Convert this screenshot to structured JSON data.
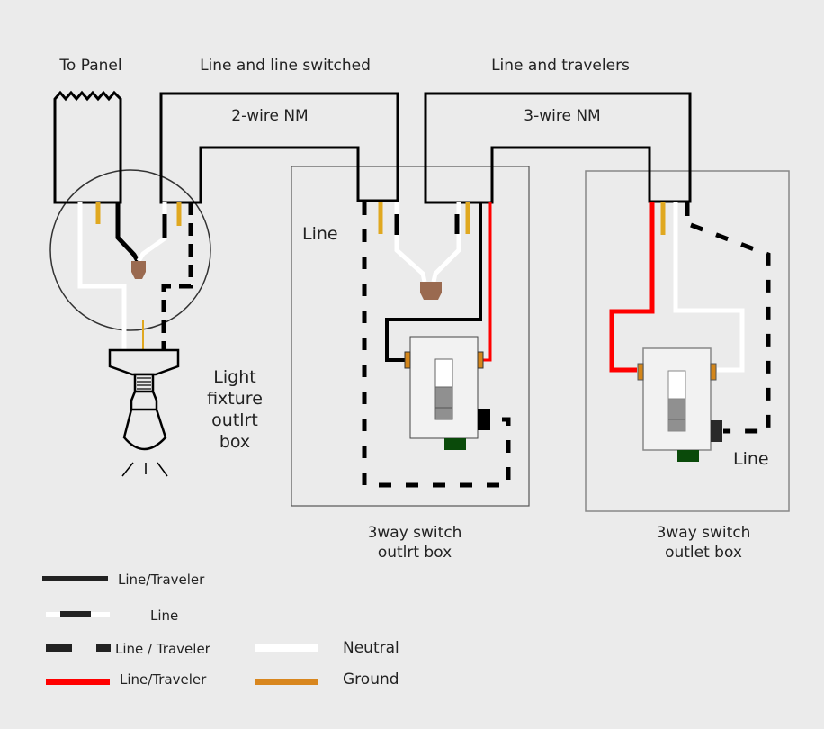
{
  "title_labels": {
    "to_panel": "To Panel",
    "cable1_purpose": "Line and line switched",
    "cable1_type": "2-wire NM",
    "cable2_purpose": "Line and travelers",
    "cable2_type": "3-wire NM"
  },
  "boxes": {
    "light_box": [
      "Light",
      "fixture",
      "outlrt",
      "box"
    ],
    "switch1_box": {
      "line1": "3way switch",
      "line2": "outlrt box",
      "wire_label": "Line"
    },
    "switch2_box": {
      "line1": "3way switch",
      "line2": "outlet box",
      "wire_label": "Line"
    }
  },
  "legend": {
    "items": [
      {
        "label": "Line/Traveler",
        "style": "solid-black"
      },
      {
        "label": "Line",
        "style": "white-black-white"
      },
      {
        "label": "Line / Traveler",
        "style": "dashed-black"
      },
      {
        "label": "Line/Traveler",
        "style": "solid-red"
      },
      {
        "label": "Neutral",
        "style": "solid-white"
      },
      {
        "label": "Ground",
        "style": "solid-orange"
      }
    ]
  },
  "colors": {
    "background": "#ebebeb",
    "wire_black": "#000000",
    "wire_red": "#ff0000",
    "wire_white": "#ffffff",
    "wire_ground": "#e0a820",
    "legend_ground": "#d8861e",
    "wire_nut": "#9a6a50",
    "terminal": "#d4861a",
    "switch_ground_tab": "#0a4a0a",
    "switch_toggle": "#909090"
  }
}
